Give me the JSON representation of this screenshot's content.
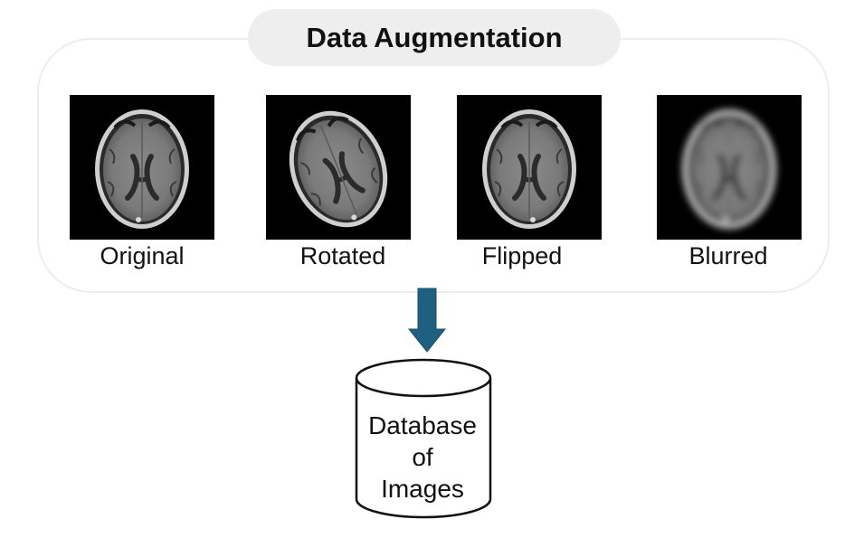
{
  "title": "Data Augmentation",
  "images": [
    {
      "label": "Original",
      "transform": "none"
    },
    {
      "label": "Rotated",
      "transform": "rotate"
    },
    {
      "label": "Flipped",
      "transform": "flip-horizontal"
    },
    {
      "label": "Blurred",
      "transform": "blur"
    }
  ],
  "database": {
    "line1": "Database",
    "line2": "of",
    "line3": "Images"
  },
  "colors": {
    "arrow": "#1f5f7f",
    "panel_border": "#ededed",
    "title_background": "#eeeeee"
  },
  "icons": {
    "arrow": "arrow-down-icon",
    "database": "database-cylinder-icon",
    "scan": "brain-mri-scan"
  }
}
